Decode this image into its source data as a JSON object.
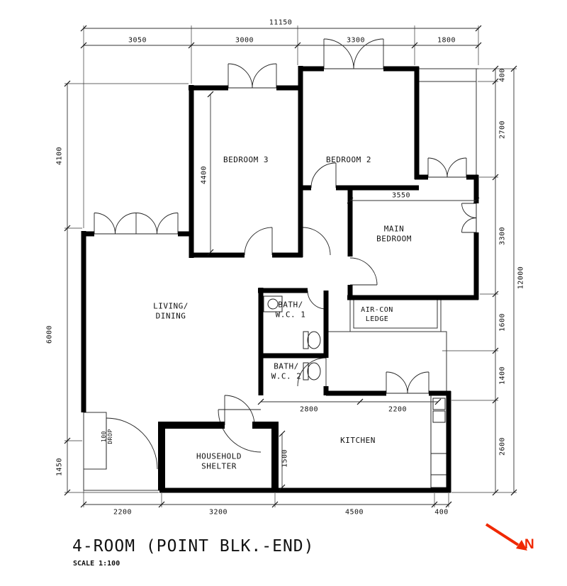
{
  "title": "4-ROOM (POINT BLK.-END)",
  "scale_label": "SCALE  1:100",
  "north": {
    "label": "N",
    "color": "#f02800"
  },
  "rooms": {
    "bedroom3": "BEDROOM 3",
    "bedroom2": "BEDROOM 2",
    "main_bedroom": "MAIN\nBEDROOM",
    "living_dining": "LIVING/\nDINING",
    "bath1": "BATH/\nW.C. 1",
    "aircon": "AIR-CON\nLEDGE",
    "bath2": "BATH/\nW.C. 2",
    "kitchen": "KITCHEN",
    "shelter": "HOUSEHOLD\nSHELTER",
    "entrance_drop": "100\nDROP"
  },
  "dims": {
    "overall_width": "11150",
    "overall_height": "12000",
    "top": [
      "3050",
      "3000",
      "3300",
      "1800"
    ],
    "left": [
      "4100",
      "6000",
      "1450"
    ],
    "right": [
      "400",
      "2700",
      "3300",
      "1600",
      "1400",
      "2600"
    ],
    "bottom": [
      "2200",
      "3200",
      "4500",
      "400"
    ],
    "bedroom3_depth": "4400",
    "main_bedroom_width": "3550",
    "kitchen_width_1": "2800",
    "kitchen_width_2": "2200",
    "shelter_depth": "1500"
  },
  "colors": {
    "wall": "#000000",
    "line": "#333333"
  }
}
